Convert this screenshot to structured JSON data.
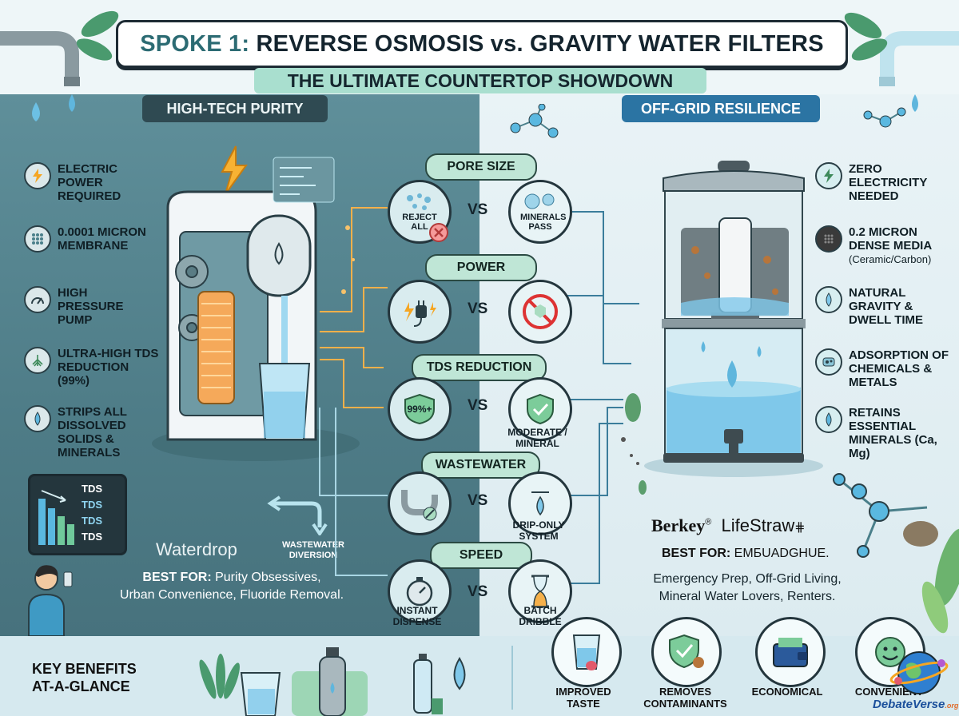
{
  "header": {
    "title_prefix": "SPOKE 1:",
    "title_main": "REVERSE OSMOSIS vs. GRAVITY WATER FILTERS",
    "subtitle": "THE ULTIMATE COUNTERTOP SHOWDOWN"
  },
  "left": {
    "tag": "HIGH-TECH PURITY",
    "features": [
      {
        "icon": "lightning-icon",
        "text": "ELECTRIC POWER REQUIRED"
      },
      {
        "icon": "membrane-icon",
        "text": "0.0001 MICRON MEMBRANE"
      },
      {
        "icon": "gauge-icon",
        "text": "HIGH PRESSURE PUMP"
      },
      {
        "icon": "roots-icon",
        "text": "ULTRA-HIGH TDS REDUCTION (99%)"
      },
      {
        "icon": "droplet-icon",
        "text": "STRIPS ALL DISSOLVED SOLIDS & MINERALS"
      }
    ],
    "tds_labels": [
      "TDS",
      "TDS",
      "TDS",
      "TDS"
    ],
    "brand": "Waterdrop",
    "wastewater_label": "WASTEWATER DIVERSION",
    "best_for_label": "BEST FOR:",
    "best_for_line1": "Purity Obsessives,",
    "best_for_line2": "Urban Convenience, Fluoride Removal."
  },
  "right": {
    "tag": "OFF-GRID RESILIENCE",
    "features": [
      {
        "icon": "no-power-icon",
        "text": "ZERO ELECTRICITY NEEDED",
        "sub": ""
      },
      {
        "icon": "dense-media-icon",
        "text": "0.2 MICRON DENSE MEDIA",
        "sub": "(Ceramic/Carbon)"
      },
      {
        "icon": "gravity-drop-icon",
        "text": "NATURAL GRAVITY & DWELL TIME",
        "sub": ""
      },
      {
        "icon": "adsorption-icon",
        "text": "ADSORPTION OF CHEMICALS & METALS",
        "sub": ""
      },
      {
        "icon": "minerals-icon",
        "text": "RETAINS ESSENTIAL MINERALS (Ca, Mg)",
        "sub": ""
      }
    ],
    "brand1": "Berkey",
    "brand1_mark": "®",
    "brand2": "LifeStraw",
    "best_for_label": "BEST FOR:",
    "best_for_garbled": "EMБUADGHUE.",
    "best_for_line1": "Emergency Prep, Off-Grid Living,",
    "best_for_line2": "Mineral Water Lovers, Renters."
  },
  "comparisons": [
    {
      "label": "PORE SIZE",
      "left_text": "REJECT ALL",
      "right_text": "MINERALS PASS",
      "below_right": ""
    },
    {
      "label": "POWER",
      "left_text": "",
      "right_text": "",
      "below_right": ""
    },
    {
      "label": "TDS REDUCTION",
      "left_text": "99%+",
      "right_text": "",
      "below_right": "MODERATE / MINERAL"
    },
    {
      "label": "WASTEWATER",
      "left_text": "",
      "right_text": "",
      "below_right": "DRIP-ONLY SYSTEM"
    },
    {
      "label": "SPEED",
      "left_text": "INSTANT DISPENSE",
      "right_text": "",
      "below_right": "BATCH DRIBBLE"
    }
  ],
  "vs_text": "VS",
  "bottom": {
    "title": "KEY BENEFITS AT-A-GLANCE",
    "benefits": [
      {
        "icon": "glass-tongue-icon",
        "label": "IMPROVED TASTE"
      },
      {
        "icon": "shield-check-icon",
        "label": "REMOVES CONTAMINANTS"
      },
      {
        "icon": "wallet-icon",
        "label": "ECONOMICAL"
      },
      {
        "icon": "smiley-icon",
        "label": "CONVENIENT"
      }
    ],
    "watermark": "DebateVerse",
    "watermark_suffix": ".org"
  },
  "colors": {
    "left_panel": "#4e7c87",
    "right_panel": "#e9f3f6",
    "pill": "#bfe6d6",
    "accent_orange": "#f5a623",
    "accent_blue": "#2b74a3"
  }
}
